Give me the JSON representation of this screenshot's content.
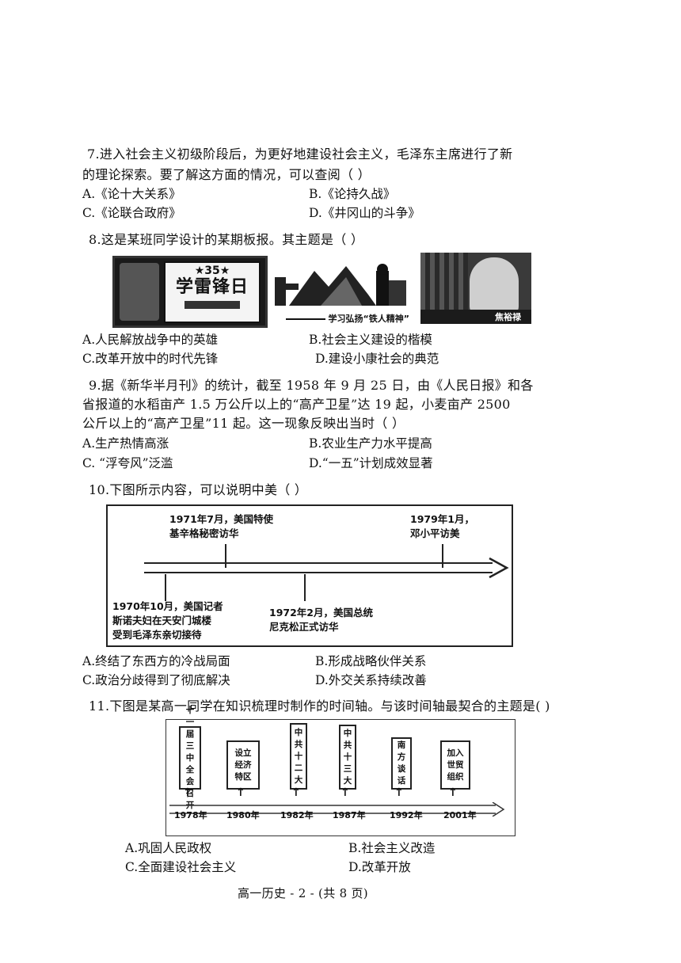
{
  "q7": {
    "line1": "7.进入社会主义初级阶段后，为更好地建设社会主义，毛泽东主席进行了新",
    "line2": "的理论探索。要了解这方面的情况，可以查阅（    ）",
    "a": "A.《论十大关系》",
    "b": "B.《论持久战》",
    "c": "C.《论联合政府》",
    "d": "D.《井冈山的斗争》"
  },
  "q8": {
    "stem": "8.这是某班同学设计的某期板报。其主题是（    ）",
    "img1_top": "35",
    "img1_title": "学雷锋日",
    "img2_caption": "学习弘扬“铁人精神”",
    "img3_name": "焦裕禄",
    "a": "A.人民解放战争中的英雄",
    "b": "B.社会主义建设的楷模",
    "c": "C.改革开放中的时代先锋",
    "d": "D.建设小康社会的典范"
  },
  "q9": {
    "line1": "9.据《新华半月刊》的统计，截至 1958 年 9 月 25 日，由《人民日报》和各",
    "line2": "省报道的水稻亩产 1.5 万公斤以上的“高产卫星”达 19 起，小麦亩产  2500",
    "line3": "公斤以上的“高产卫星”11 起。这一现象反映出当时（    ）",
    "a": "A.生产热情高涨",
    "b": "B.农业生产力水平提高",
    "c": "C.  “浮夸风”泛滥",
    "d": "D.“一五”计划成效显著"
  },
  "q10": {
    "stem": "10.下图所示内容，可以说明中美（    ）",
    "ev1_l1": "1971年7月，美国特使",
    "ev1_l2": "基辛格秘密访华",
    "ev2_l1": "1979年1月，",
    "ev2_l2": "邓小平访美",
    "ev3_l1": "1970年10月，美国记者",
    "ev3_l2": "斯诺夫妇在天安门城楼",
    "ev3_l3": "受到毛泽东亲切接待",
    "ev4_l1": "1972年2月，美国总统",
    "ev4_l2": "尼克松正式访华",
    "a": "A.终结了东西方的冷战局面",
    "b": "B.形成战略伙伴关系",
    "c": "C.政治分歧得到了彻底解决",
    "d": "D.外交关系持续改善"
  },
  "q11": {
    "stem": "11.下图是某高一同学在知识梳理时制作的时间轴。与该时间轴最契合的主题是(  )",
    "events": [
      {
        "text": "十一届三中全会召开",
        "year": "1978年"
      },
      {
        "text": "设立经济特区",
        "year": "1980年"
      },
      {
        "text": "中共十二大",
        "year": "1982年"
      },
      {
        "text": "中共十三大",
        "year": "1987年"
      },
      {
        "text": "南方谈话",
        "year": "1992年"
      },
      {
        "text": "加入世贸组织",
        "year": "2001年"
      }
    ],
    "a": "A.巩固人民政权",
    "b": "B.社会主义改造",
    "c": "C.全面建设社会主义",
    "d": "D.改革开放"
  },
  "footer": "高一历史 - 2 -  (共 8 页)"
}
